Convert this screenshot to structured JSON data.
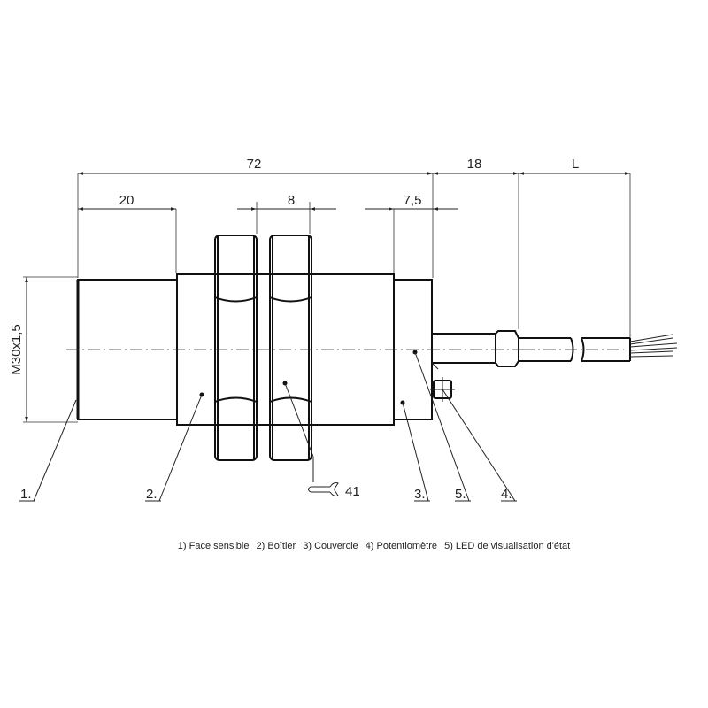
{
  "dimensions": {
    "total_length": "72",
    "cable_gland": "18",
    "cable_length": "L",
    "sensing_face": "20",
    "nut_width": "8",
    "cover": "7,5",
    "thread": "M30x1,5",
    "wrench_size": "41"
  },
  "callouts": [
    "1.",
    "2.",
    "3.",
    "5.",
    "4."
  ],
  "legend": [
    "1) Face sensible",
    "2) Boîtier",
    "3) Couvercle",
    "4) Potentiomètre",
    "5) LED de visualisation d'état"
  ]
}
